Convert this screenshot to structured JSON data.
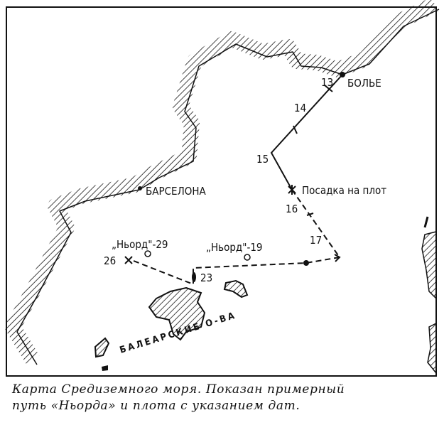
{
  "map": {
    "places": {
      "bolle": "БОЛЬЕ",
      "barcelona": "БАРСЕЛОНА",
      "balearic": "БАЛЕАРСКИЕ О-ВА"
    },
    "route_dates": {
      "d13": "13",
      "d14": "14",
      "d15": "15",
      "d16": "16",
      "d17": "17",
      "d23": "23",
      "d26": "26"
    },
    "raft_boarding": "Посадка на плот",
    "njord_positions": {
      "p29": "„Ньорд\"-29",
      "p19": "„Ньорд\"-19"
    }
  },
  "caption": {
    "line1": "Карта Средиземного моря. Показан примерный",
    "line2": "путь «Ньорда» и плота с указанием дат."
  }
}
